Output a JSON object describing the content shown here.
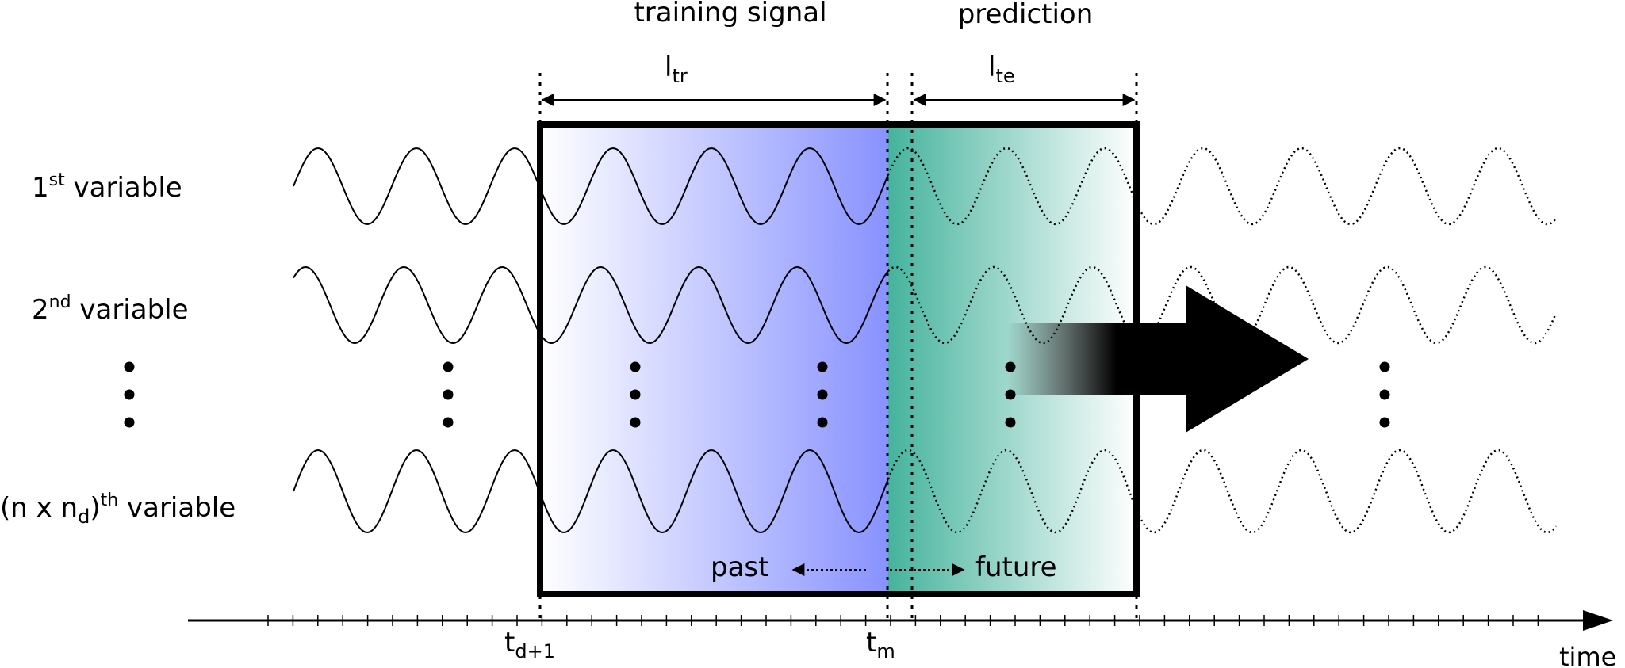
{
  "headers": {
    "training": "training signal",
    "prediction": "prediction"
  },
  "dimensions": {
    "ltr_main": "l",
    "ltr_sub": "tr",
    "lte_main": "l",
    "lte_sub": "te"
  },
  "variables": [
    {
      "main": "1",
      "sup": "st",
      "rest": " variable"
    },
    {
      "main": "2",
      "sup": "nd",
      "rest": " variable"
    },
    {
      "pre": "(n x n",
      "sub": "d",
      "post": ")",
      "sup": "th",
      "rest": " variable"
    }
  ],
  "time_labels": {
    "start_main": "t",
    "start_sub": "d+1",
    "end_main": "t",
    "end_sub": "m"
  },
  "direction": {
    "past": "past",
    "future": "future"
  },
  "axis": {
    "label": "time"
  },
  "colors": {
    "training_fill": "#8892ff",
    "prediction_fill": "#45b39d",
    "stroke": "#000000"
  },
  "icons": [
    "right-arrow-icon",
    "vertical-ellipsis-icon"
  ]
}
